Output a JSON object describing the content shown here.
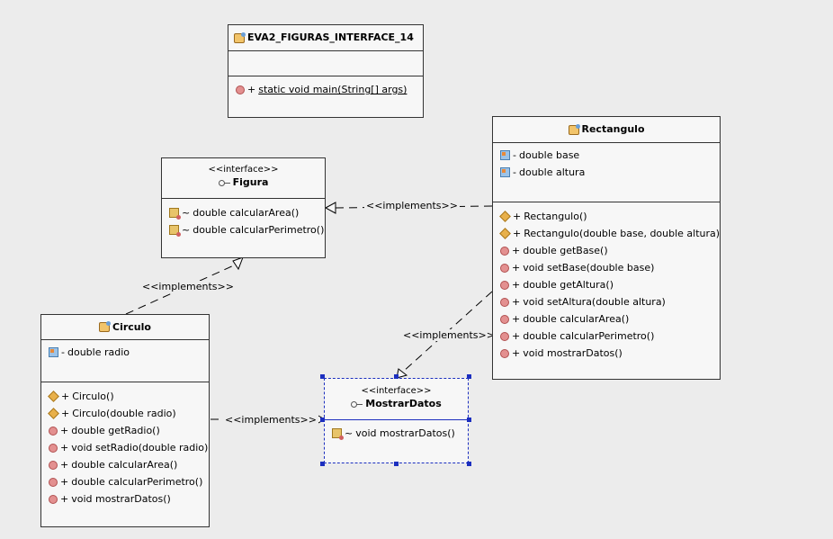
{
  "main_class": {
    "name": "EVA2_FIGURAS_INTERFACE_14",
    "methods": [
      {
        "vis": "+",
        "text": "static void main(String[] args)"
      }
    ]
  },
  "figura": {
    "stereotype": "<<interface>>",
    "name": "Figura",
    "methods": [
      {
        "vis": "~",
        "text": "double calcularArea()"
      },
      {
        "vis": "~",
        "text": "double calcularPerimetro()"
      }
    ]
  },
  "rectangulo": {
    "name": "Rectangulo",
    "fields": [
      {
        "vis": "-",
        "text": "double base"
      },
      {
        "vis": "-",
        "text": "double altura"
      }
    ],
    "methods": [
      {
        "vis": "+",
        "text": "Rectangulo()"
      },
      {
        "vis": "+",
        "text": "Rectangulo(double base, double altura)"
      },
      {
        "vis": "+",
        "text": "double getBase()"
      },
      {
        "vis": "+",
        "text": "void setBase(double base)"
      },
      {
        "vis": "+",
        "text": "double getAltura()"
      },
      {
        "vis": "+",
        "text": "void setAltura(double altura)"
      },
      {
        "vis": "+",
        "text": "double calcularArea()"
      },
      {
        "vis": "+",
        "text": "double calcularPerimetro()"
      },
      {
        "vis": "+",
        "text": "void mostrarDatos()"
      }
    ]
  },
  "circulo": {
    "name": "Circulo",
    "fields": [
      {
        "vis": "-",
        "text": "double radio"
      }
    ],
    "methods": [
      {
        "vis": "+",
        "text": "Circulo()"
      },
      {
        "vis": "+",
        "text": "Circulo(double radio)"
      },
      {
        "vis": "+",
        "text": "double getRadio()"
      },
      {
        "vis": "+",
        "text": "void setRadio(double radio)"
      },
      {
        "vis": "+",
        "text": "double calcularArea()"
      },
      {
        "vis": "+",
        "text": "double calcularPerimetro()"
      },
      {
        "vis": "+",
        "text": "void mostrarDatos()"
      }
    ]
  },
  "mostrar_datos": {
    "stereotype": "<<interface>>",
    "name": "MostrarDatos",
    "methods": [
      {
        "vis": "~",
        "text": "void mostrarDatos()"
      }
    ]
  },
  "relations": {
    "rect_figura": "<<implements>>",
    "circulo_figura": "<<implements>>",
    "rect_mostrar": "<<implements>>",
    "circulo_mostrar": "<<implements>>"
  },
  "colors": {
    "selection": "#1c2fbf",
    "background": "#ececec",
    "box": "#f7f7f7"
  }
}
